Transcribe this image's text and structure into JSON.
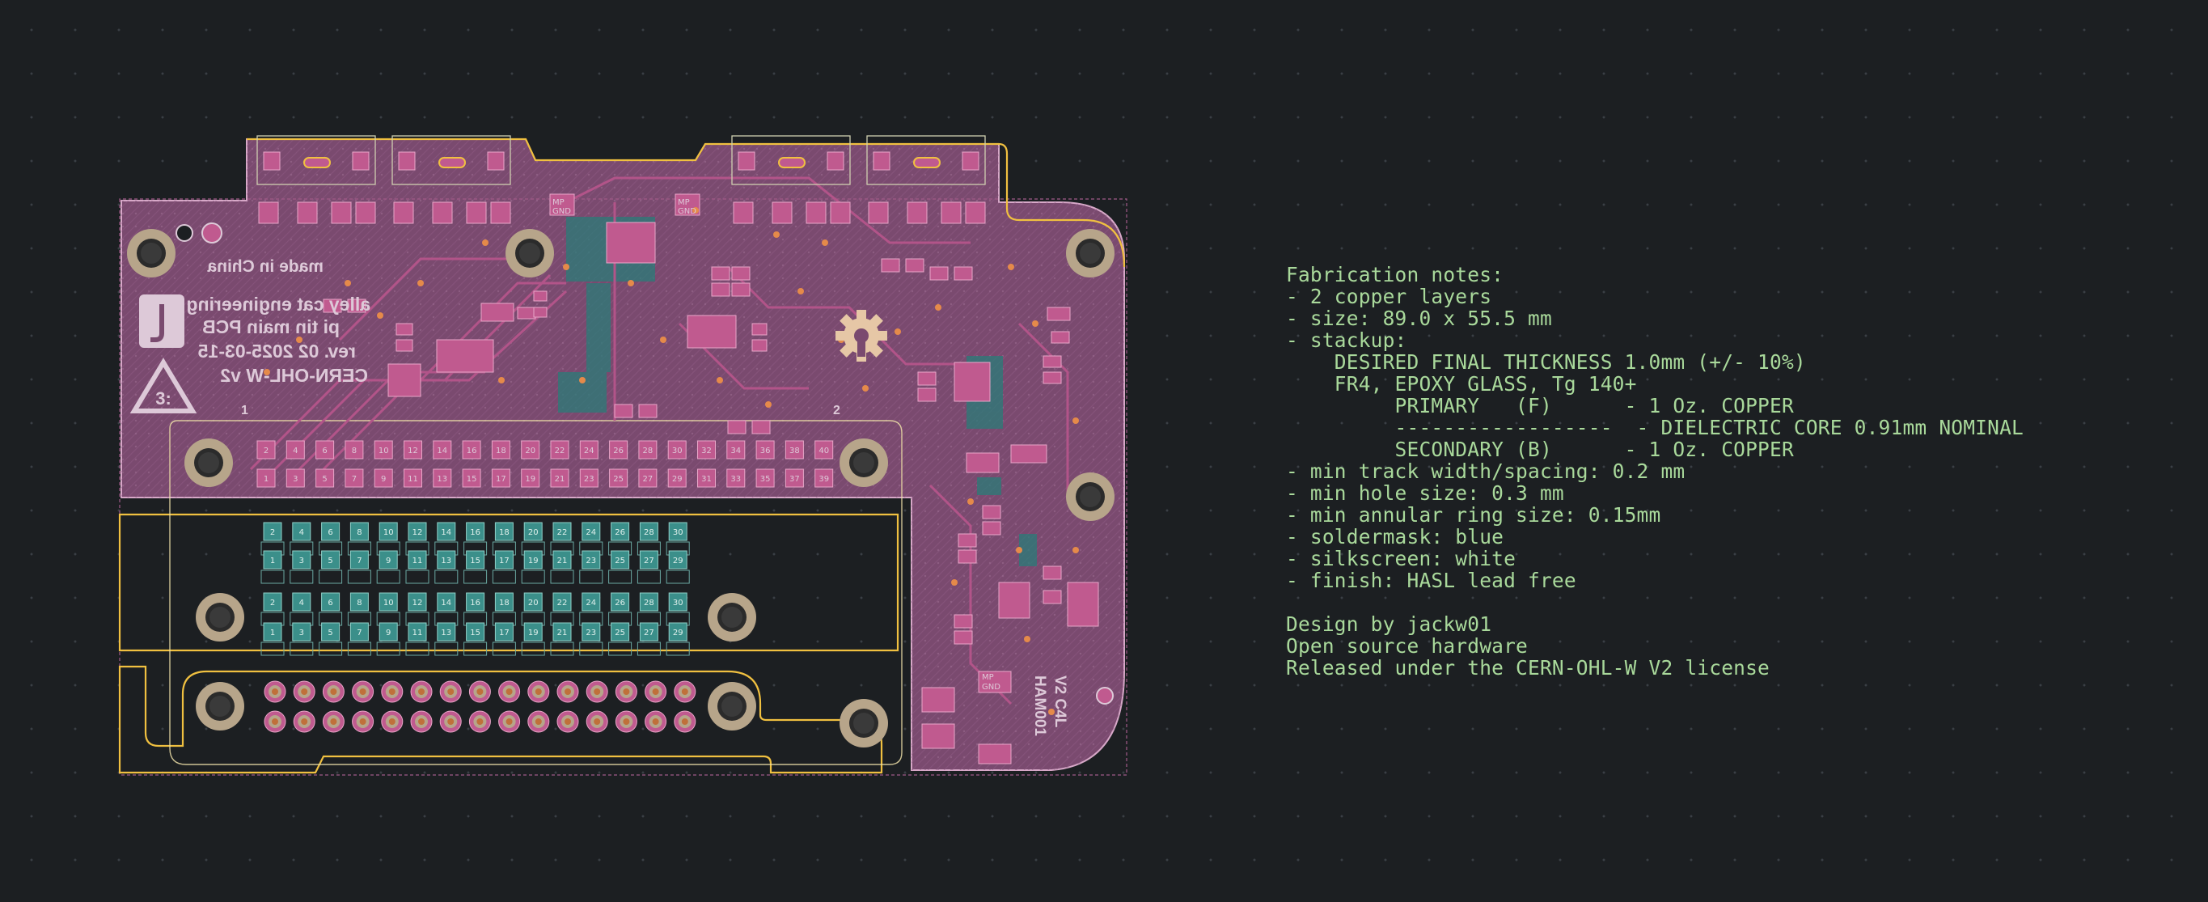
{
  "board": {
    "silkscreen_texts": [
      "made in China",
      "alley cat engineering",
      "pi tin main PCB",
      "rev. 02 2025-03-15",
      "CERN-OHL-W v2"
    ],
    "silkscreen_small": [
      "1",
      "2"
    ],
    "pin_numbers_top": [
      "2",
      "4",
      "6",
      "8",
      "10",
      "12",
      "14",
      "16",
      "18",
      "20",
      "22",
      "24",
      "26",
      "28",
      "30",
      "32",
      "34",
      "36",
      "38",
      "40"
    ],
    "pin_numbers_bottom": [
      "1",
      "3",
      "5",
      "7",
      "9",
      "11",
      "13",
      "15",
      "17",
      "19",
      "21",
      "23",
      "25",
      "27",
      "29",
      "31",
      "33",
      "35",
      "37",
      "39"
    ],
    "connector_top": [
      "2",
      "4",
      "6",
      "8",
      "10",
      "12",
      "14",
      "16",
      "18",
      "20",
      "22",
      "24",
      "26",
      "28",
      "30"
    ],
    "connector_mid1": [
      "1",
      "3",
      "5",
      "7",
      "9",
      "11",
      "13",
      "15",
      "17",
      "19",
      "21",
      "23",
      "25",
      "27",
      "29"
    ],
    "connector_mid2": [
      "2",
      "4",
      "6",
      "8",
      "10",
      "12",
      "14",
      "16",
      "18",
      "20",
      "22",
      "24",
      "26",
      "28",
      "30"
    ],
    "connector_bottom": [
      "1",
      "3",
      "5",
      "7",
      "9",
      "11",
      "13",
      "15",
      "17",
      "19",
      "21",
      "23",
      "25",
      "27",
      "29"
    ],
    "side_text": [
      "HAM001",
      "V2 C4L"
    ],
    "pad_small_labels": [
      "MP",
      "GND",
      "GND",
      "MP",
      "MP",
      "GND"
    ],
    "colors": {
      "board": "#7a4a6f",
      "copper": "#c05a8f",
      "edge": "#f0c040",
      "silkscreen": "#ddc9d8",
      "teal": "#2a7c78",
      "mount_ring": "#b7a58a"
    }
  },
  "fabrication_notes": [
    "Fabrication notes:",
    "- 2 copper layers",
    "- size: 89.0 x 55.5 mm",
    "- stackup:",
    "    DESIRED FINAL THICKNESS 1.0mm (+/- 10%)",
    "    FR4, EPOXY GLASS, Tg 140+",
    "         PRIMARY   (F)      - 1 Oz. COPPER",
    "         ------------------  - DIELECTRIC CORE 0.91mm NOMINAL",
    "         SECONDARY (B)      - 1 Oz. COPPER",
    "- min track width/spacing: 0.2 mm",
    "- min hole size: 0.3 mm",
    "- min annular ring size: 0.15mm",
    "- soldermask: blue",
    "- silkscreen: white",
    "- finish: HASL lead free",
    "",
    "Design by jackw01",
    "Open source hardware",
    "Released under the CERN-OHL-W V2 license"
  ]
}
